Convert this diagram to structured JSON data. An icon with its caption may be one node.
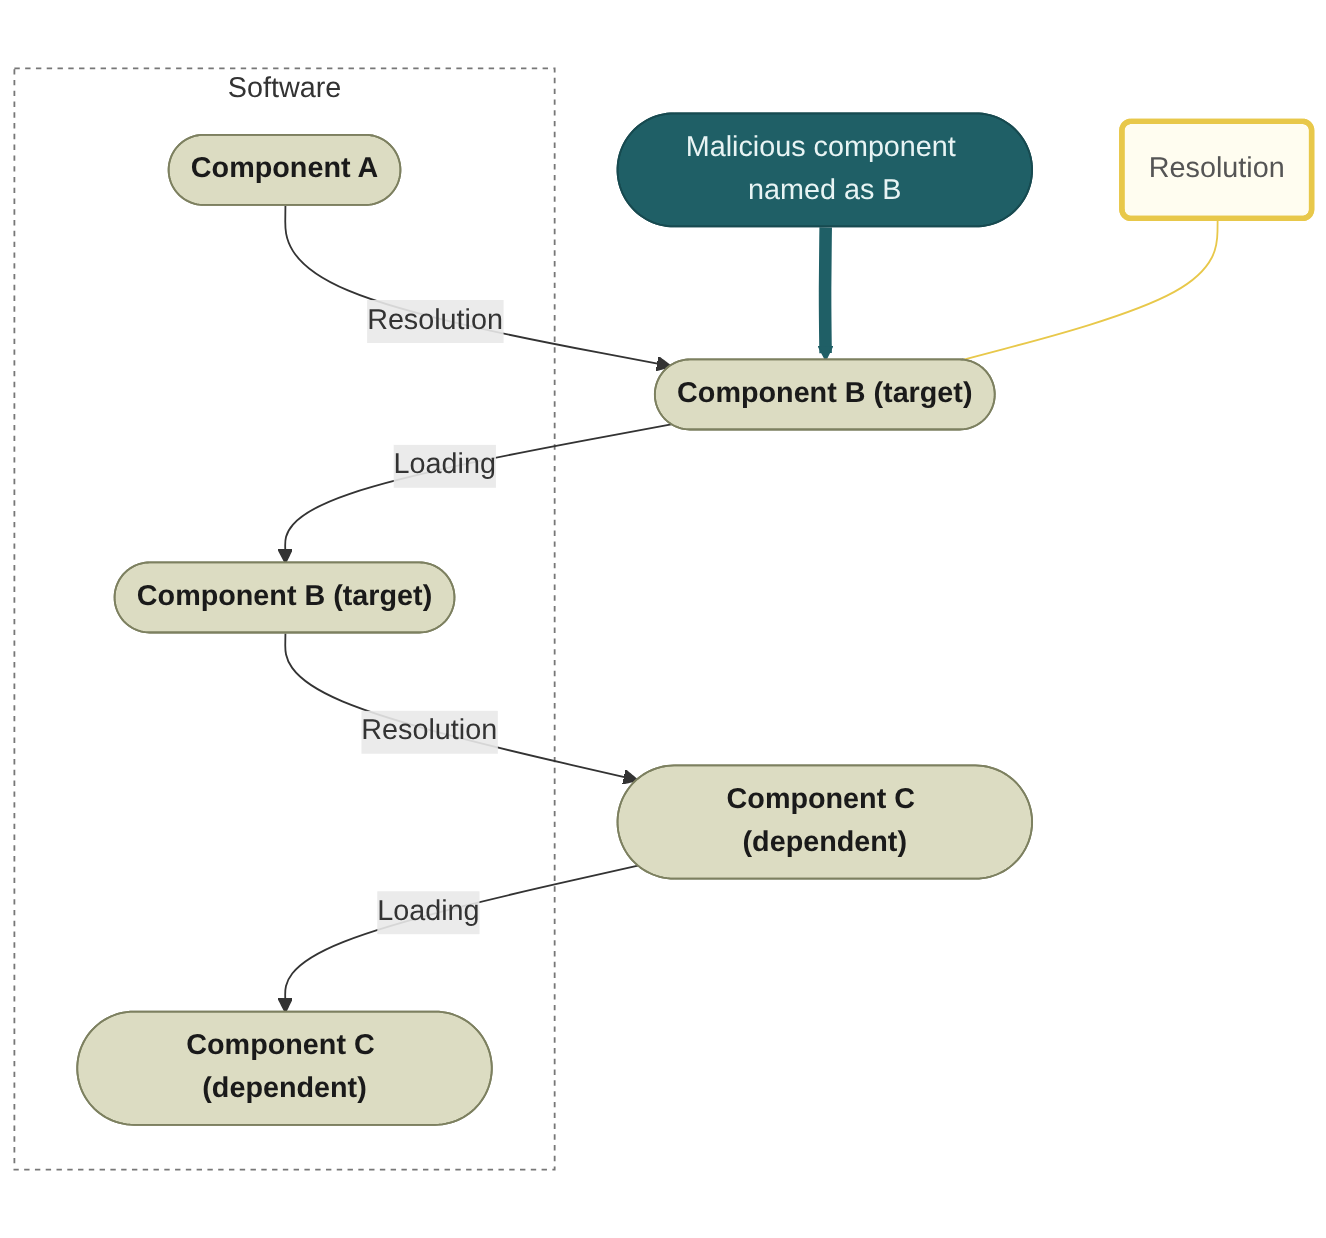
{
  "diagram": {
    "nodes": [
      {
        "text": [
          "Software"
        ]
      },
      {
        "text": [
          "Component A"
        ],
        "in": 0
      },
      {
        "text": [
          "Component B (target)"
        ],
        "in": 0
      },
      {
        "text": [
          "Component C (dependent)"
        ],
        "in": 0
      },
      {
        "text": [
          "Component B (target)"
        ]
      },
      {
        "text": [
          "Component C (dependent)"
        ]
      },
      {
        "text": [
          "Malicious component named as B"
        ]
      },
      {
        "text": [
          "Resolution"
        ]
      }
    ],
    "edges": [
      {
        "from": 1,
        "to": 4,
        "arrow": "to",
        "label": "Resolution"
      },
      {
        "from": 4,
        "to": 2,
        "arrow": "to",
        "label": "Loading"
      },
      {
        "from": 2,
        "to": 5,
        "arrow": "to",
        "label": "Resolution"
      },
      {
        "from": 5,
        "to": 3,
        "arrow": "to",
        "label": "Loading"
      },
      {
        "from": 6,
        "to": 4,
        "arrow": "to",
        "style": "thick",
        "color": "#1f5f66"
      },
      {
        "from": 7,
        "to": 4,
        "arrow": "none",
        "color": "#e8c84a"
      }
    ]
  }
}
